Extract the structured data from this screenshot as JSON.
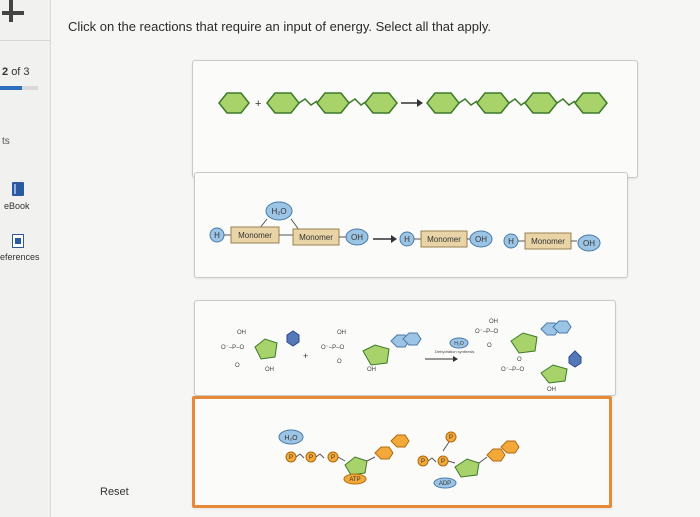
{
  "sidebar": {
    "question_counter_prefix": "2",
    "question_counter_suffix": "of 3",
    "points_label": "ts",
    "ebook_label": "eBook",
    "references_label": "eferences"
  },
  "prompt": "Click on the reactions that require an input of energy. Select all that apply.",
  "reset_label": "Reset",
  "reaction2": {
    "h_label": "H",
    "water_label": "H₂O",
    "monomer_label": "Monomer",
    "oh_label": "OH"
  },
  "reaction3": {
    "phosphate_label_top": "O⁻–P–O",
    "oh_label": "OH",
    "o_label": "O",
    "water_label": "H₂O",
    "arrow_label": "Dehydration synthesis"
  },
  "reaction4": {
    "water_label": "H₂O",
    "p_label": "P",
    "atp_label": "ATP",
    "adp_label": "ADP"
  },
  "colors": {
    "monomer_green": "#a8d26a",
    "selected_border": "#e68a3a",
    "progress_blue": "#2d6fbf",
    "water_blue": "#9cc4e4",
    "hexagon_blue": "#5578b8",
    "phosphate_orange": "#f2a93a",
    "monomer_tan": "#e8d4a6"
  },
  "icons": [
    "add-icon",
    "ebook-icon",
    "references-icon",
    "arrow-right-icon"
  ]
}
